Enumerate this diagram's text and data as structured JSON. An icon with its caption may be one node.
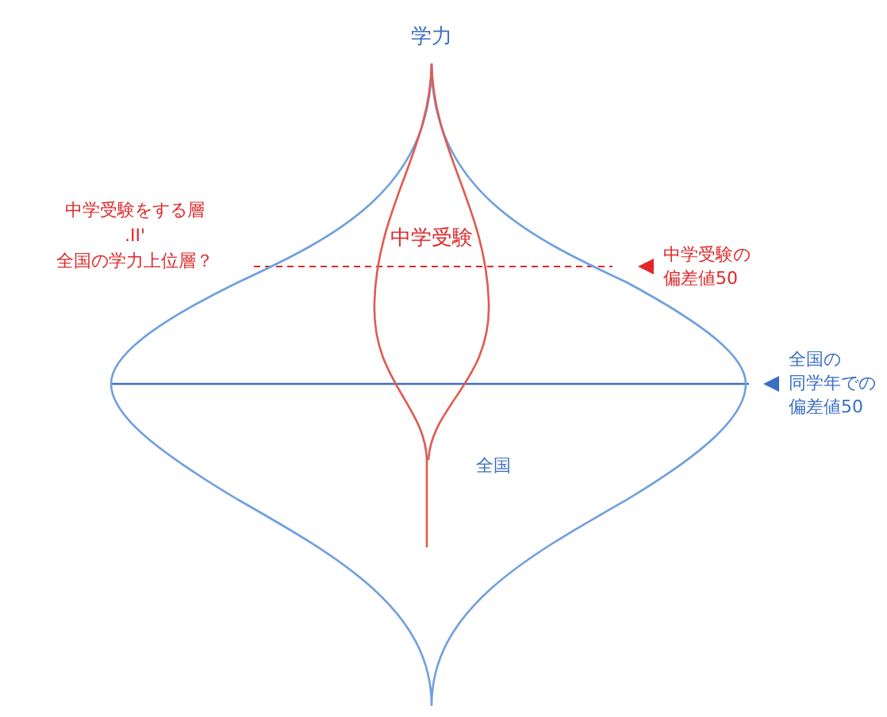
{
  "diagram": {
    "nodes": [
      {
        "text": [
          "全国"
        ]
      },
      {
        "text": [
          "中学受験"
        ],
        "in": 0
      }
    ],
    "labels": [
      "学力",
      "中学受験をする層",
      ".II'",
      "全国の学力上位層？",
      "中学受験の",
      "偏差値50",
      "全国の",
      "同学年での",
      "偏差値50"
    ]
  }
}
